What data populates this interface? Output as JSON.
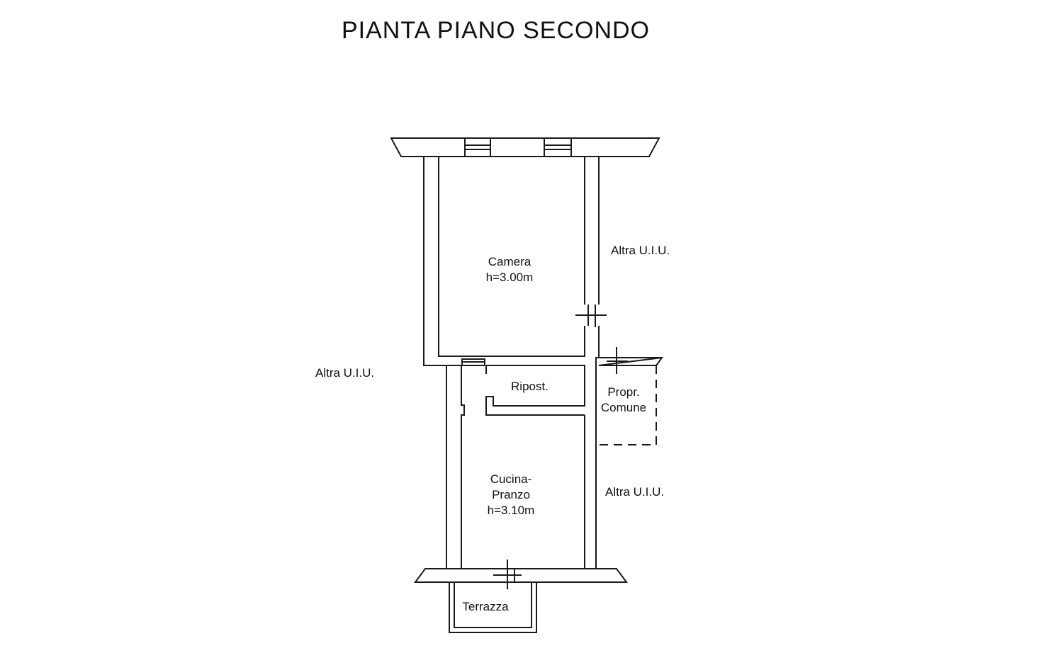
{
  "title": "PIANTA PIANO SECONDO",
  "rooms": {
    "camera": {
      "name": "Camera",
      "height": "h=3.00m"
    },
    "ripostiglio": {
      "name": "Ripost."
    },
    "cucina": {
      "name_line1": "Cucina-",
      "name_line2": "Pranzo",
      "height": "h=3.10m"
    },
    "terrazza": {
      "name": "Terrazza"
    },
    "propr_comune": {
      "line1": "Propr.",
      "line2": "Comune"
    }
  },
  "neighbours": {
    "right_top": "Altra U.I.U.",
    "left_middle": "Altra U.I.U.",
    "right_bottom": "Altra U.I.U."
  },
  "colors": {
    "line": "#1a1a1a",
    "paper": "#ffffff"
  }
}
